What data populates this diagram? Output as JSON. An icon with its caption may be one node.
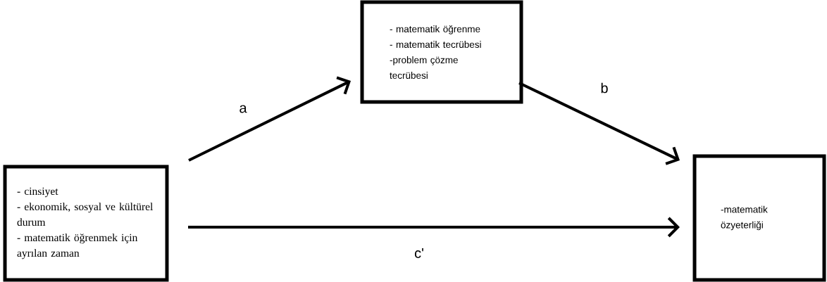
{
  "diagram": {
    "nodes": [
      {
        "text": [
          "- cinsiyet",
          "- ekonomik, sosyal ve kültürel durum",
          "- matematik öğrenmek için ayrılan zaman"
        ]
      },
      {
        "text": [
          "- matematik öğrenme",
          "- matematik tecrübesi",
          "-problem çözme tecrübesi"
        ]
      },
      {
        "text": [
          "-matematik özyeterliği"
        ]
      }
    ],
    "edges": [
      {
        "from": 0,
        "to": 1,
        "arrow": "to",
        "label": "a"
      },
      {
        "from": 1,
        "to": 2,
        "arrow": "to",
        "label": "b"
      },
      {
        "from": 0,
        "to": 2,
        "arrow": "to",
        "label": "c'"
      }
    ]
  }
}
